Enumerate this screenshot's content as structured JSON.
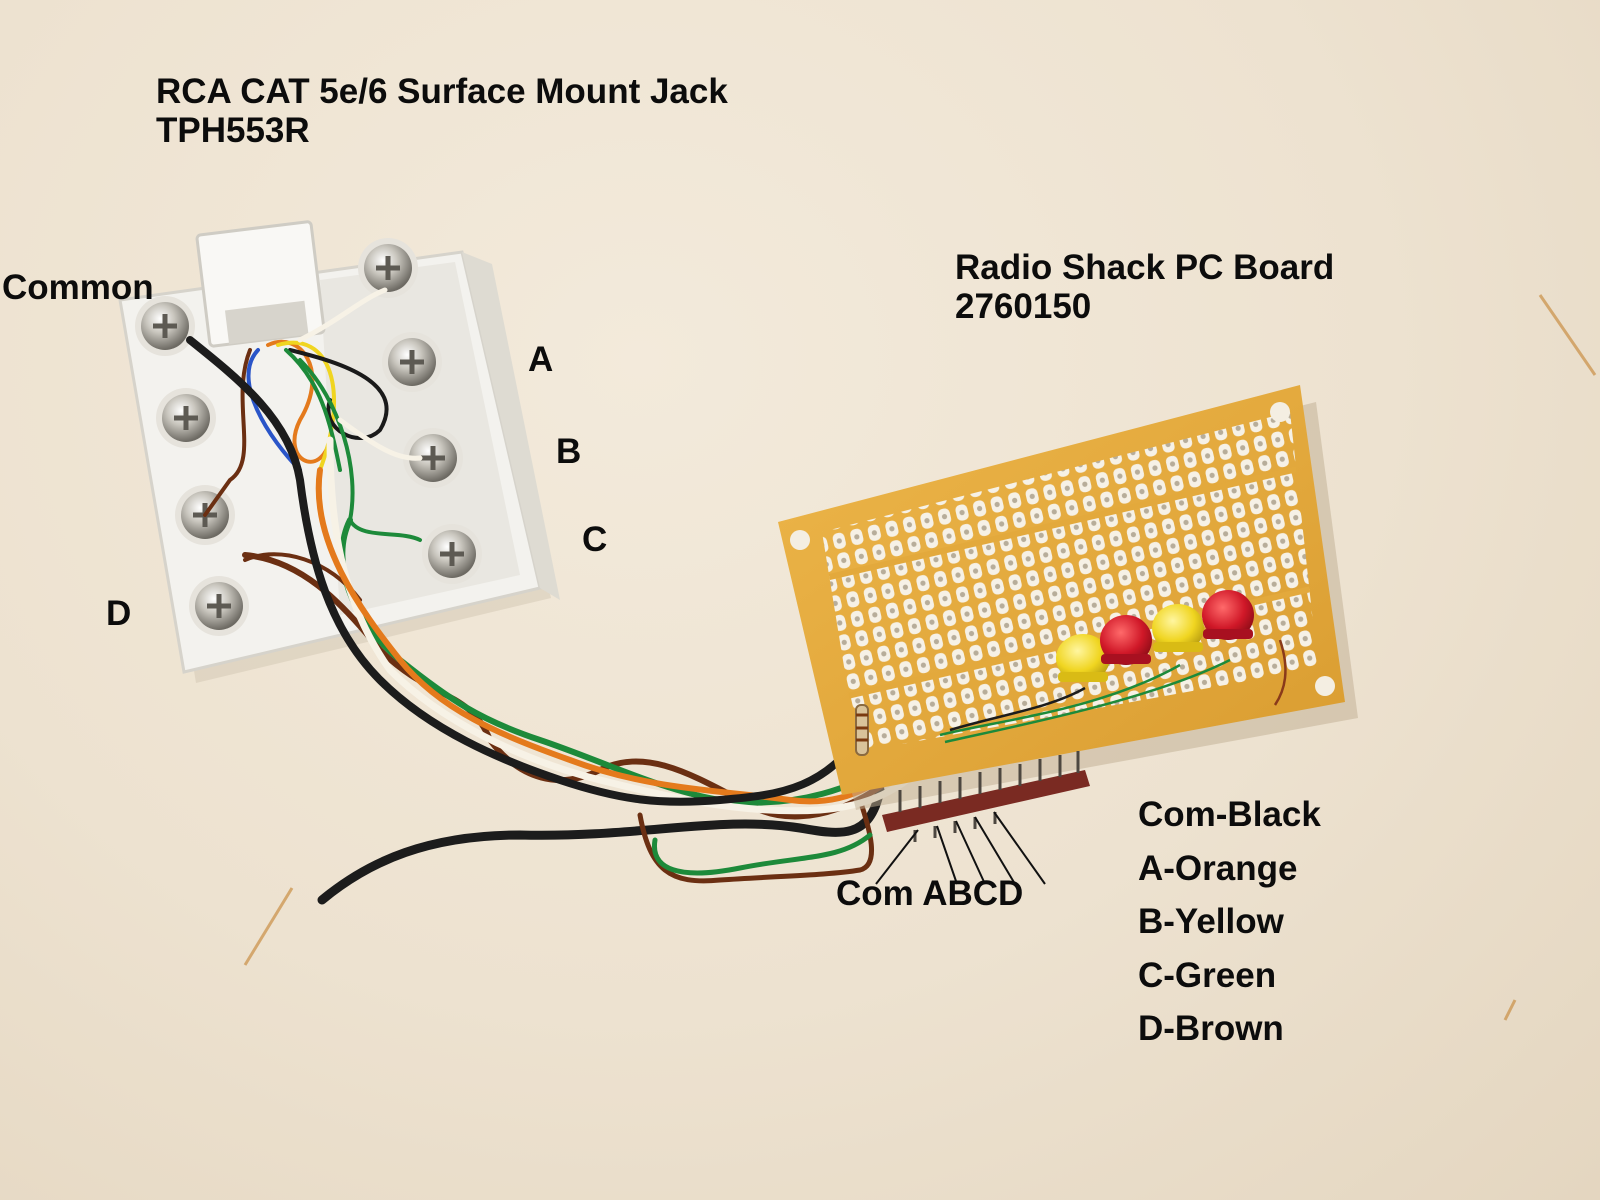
{
  "labels": {
    "jack_title_1": "RCA CAT 5e/6 Surface Mount Jack",
    "jack_title_2": "TPH553R",
    "board_title_1": "Radio Shack PC Board",
    "board_title_2": "2760150",
    "common": "Common",
    "a": "A",
    "b": "B",
    "c": "C",
    "d": "D",
    "com_abcd": "Com ABCD"
  },
  "legend": [
    "Com-Black",
    "A-Orange",
    "B-Yellow",
    "C-Green",
    "D-Brown"
  ],
  "colors": {
    "background": "#efe5d5",
    "board": "#e3a93c",
    "jack": "#f1f0ec",
    "wire_black": "#1c1c1c",
    "wire_orange": "#e47a1c",
    "wire_green": "#1d8a3a",
    "wire_brown": "#6b2f12",
    "wire_white": "#f7f2e6",
    "led_red": "#d01828",
    "led_yellow": "#f0d520",
    "header_pins": "#7a2a22"
  },
  "leds": [
    "yellow",
    "red",
    "yellow",
    "red"
  ]
}
